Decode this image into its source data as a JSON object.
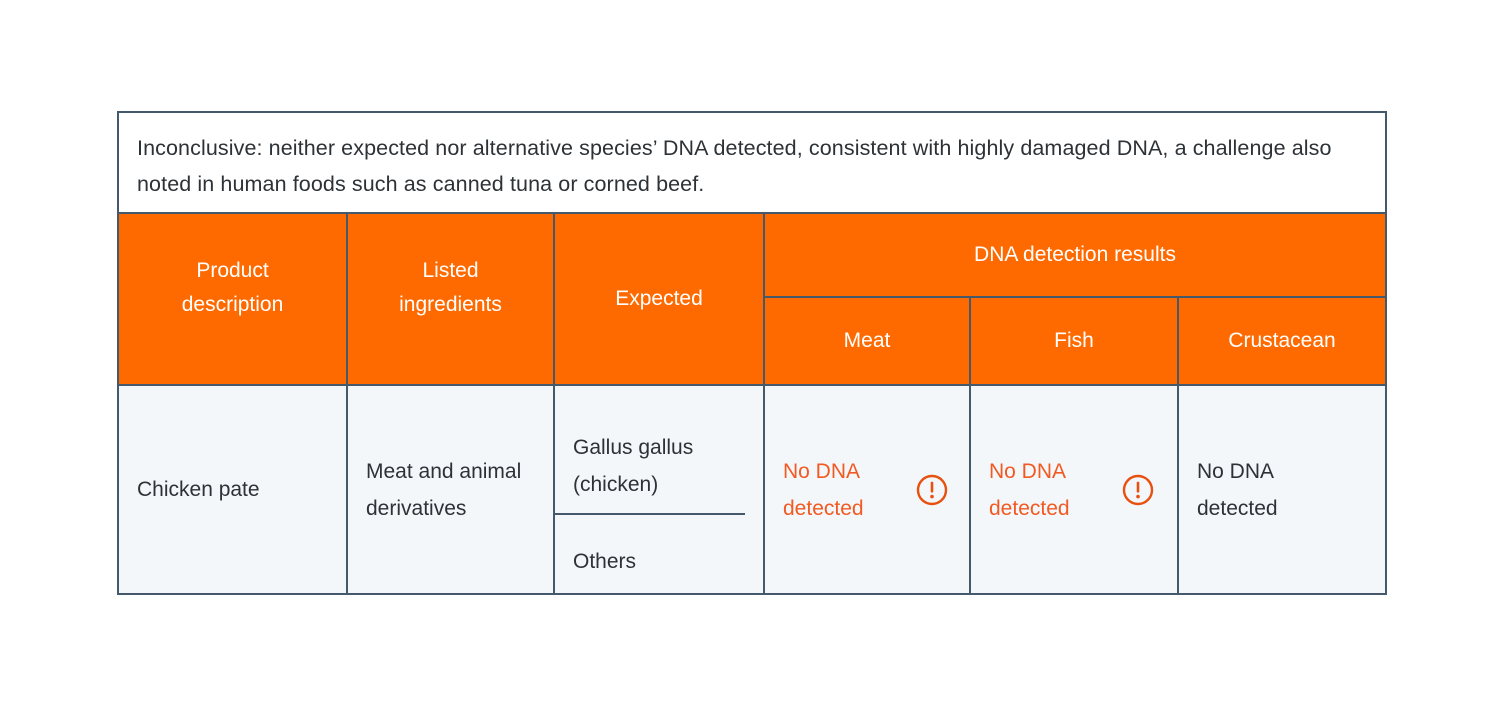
{
  "note": {
    "text": "Inconclusive: neither expected nor alternative species’ DNA detected, consistent with highly damaged DNA, a challenge also noted in human foods such as canned tuna or corned beef."
  },
  "header": {
    "product_description_line1": "Product",
    "product_description_line2": "description",
    "listed_ingredients_line1": "Listed",
    "listed_ingredients_line2": "ingredients",
    "expected": "Expected",
    "results_group": "DNA detection results",
    "results_columns": [
      {
        "label": "Meat"
      },
      {
        "label": "Fish"
      },
      {
        "label": "Crustacean"
      }
    ]
  },
  "rows": [
    {
      "product_description": "Chicken pate",
      "listed_ingredients": "Meat and animal derivatives",
      "expected_primary": "Gallus gallus (chicken)",
      "expected_secondary": "Others",
      "results": [
        {
          "column": "Meat",
          "value": "No DNA detected",
          "alert": true,
          "icon": "alert-circle-icon"
        },
        {
          "column": "Fish",
          "value": "No DNA detected",
          "alert": true,
          "icon": "alert-circle-icon"
        },
        {
          "column": "Crustacean",
          "value": "No DNA detected",
          "alert": false,
          "icon": ""
        }
      ]
    }
  ],
  "colors": {
    "header_orange": "#FF6A00",
    "border": "#44596b",
    "body_background": "#F4F7FA",
    "alert_text": "#F15A22",
    "body_text": "#2d3237",
    "note_background": "#ffffff"
  }
}
